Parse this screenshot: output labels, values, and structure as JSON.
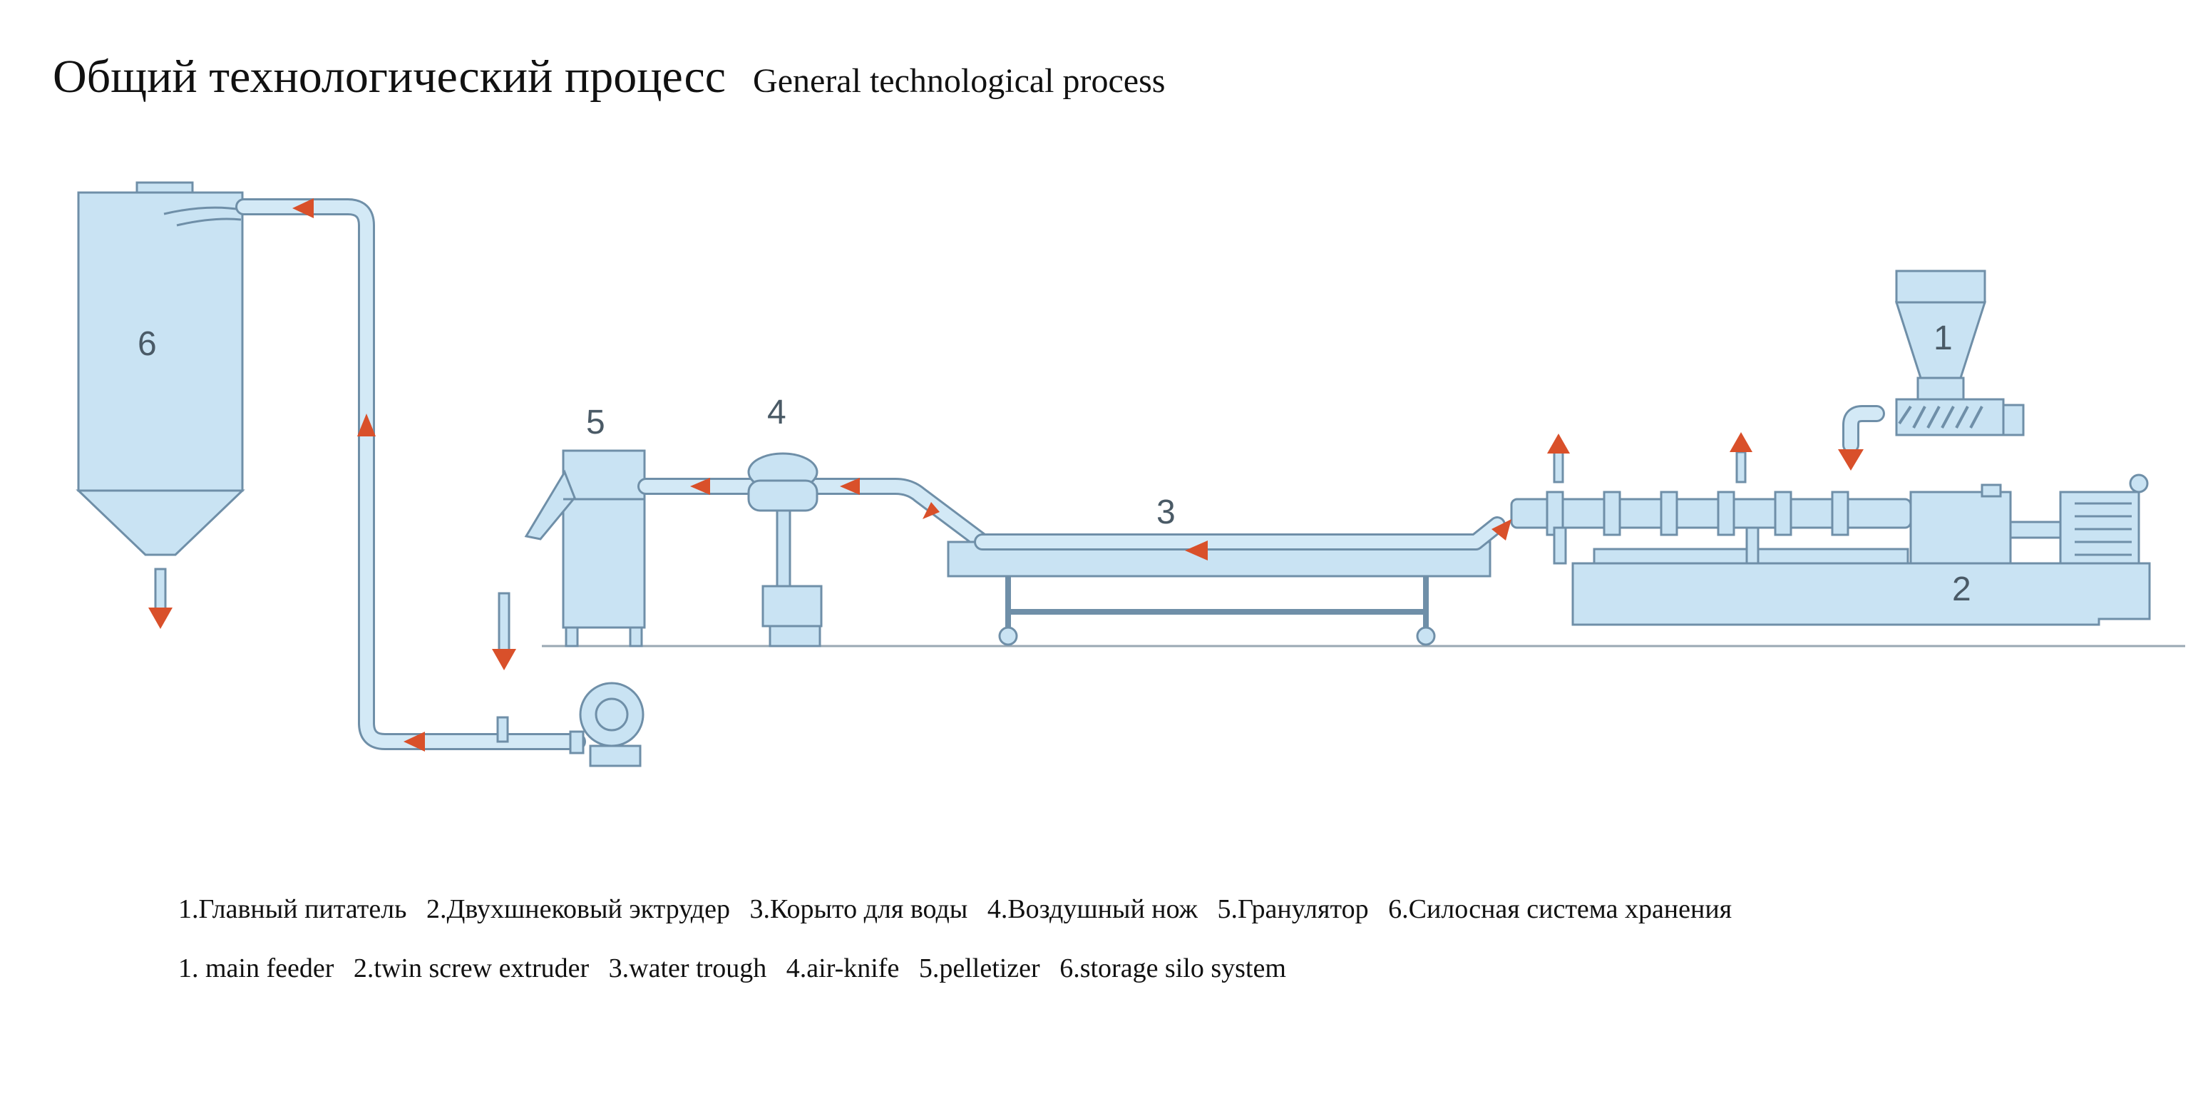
{
  "title": {
    "ru": "Общий технологический процесс",
    "en": "General technological process"
  },
  "equipment_numbers": {
    "main_feeder": "1",
    "extruder": "2",
    "water_trough": "3",
    "air_knife": "4",
    "pelletizer": "5",
    "silo": "6"
  },
  "legend": {
    "ru": [
      "1.Главный питатель",
      "2.Двухшнековый эктрудер",
      "3.Корыто для воды",
      "4.Воздушный нож",
      "5.Гранулятор",
      "6.Силосная система хранения"
    ],
    "en": [
      "1. main feeder",
      "2.twin screw extruder",
      "3.water trough",
      "4.air-knife",
      "5.pelletizer",
      "6.storage silo system"
    ]
  },
  "colors": {
    "machine_fill": "#c9e3f3",
    "machine_stroke": "#6f8fa8",
    "arrow": "#d9502a",
    "ground": "#9aa8b3"
  }
}
